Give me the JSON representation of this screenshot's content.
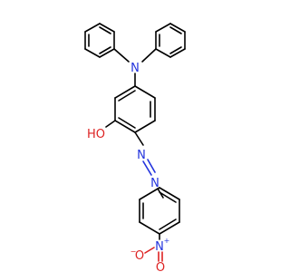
{
  "molecule": {
    "atoms": {
      "n_amine": "N",
      "hydroxyl": "HO",
      "n_azo_1": "N",
      "n_azo_2": "N",
      "n_nitro": "N",
      "n_nitro_charge": "+",
      "o_nitro_bottom": "O",
      "o_nitro_left": "O",
      "o_nitro_left_charge": "−"
    },
    "colors": {
      "bond": "#000000",
      "nitrogen": "#2233dd",
      "oxygen": "#dd2222",
      "background": "#ffffff"
    }
  }
}
